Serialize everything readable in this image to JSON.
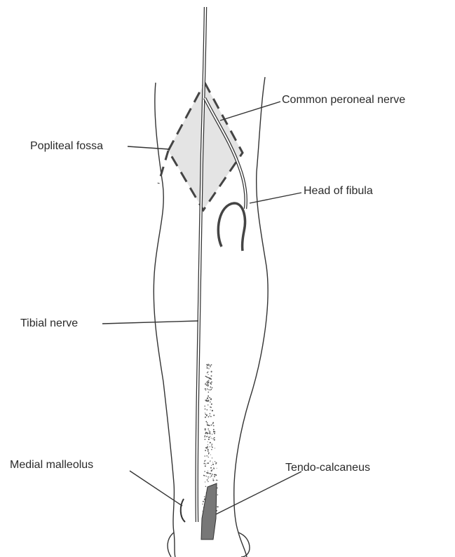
{
  "labels": {
    "common_peroneal_nerve": "Common peroneal nerve",
    "popliteal_fossa": "Popliteal fossa",
    "head_of_fibula": "Head of fibula",
    "tibial_nerve": "Tibial nerve",
    "medial_malleolus": "Medial malleolus",
    "tendo_calcaneus": "Tendo-calcaneus"
  },
  "colors": {
    "outline": "#333333",
    "fossa_fill": "#e4e4e4",
    "tendon_fill": "#777777",
    "label_text": "#2a2a2a"
  }
}
